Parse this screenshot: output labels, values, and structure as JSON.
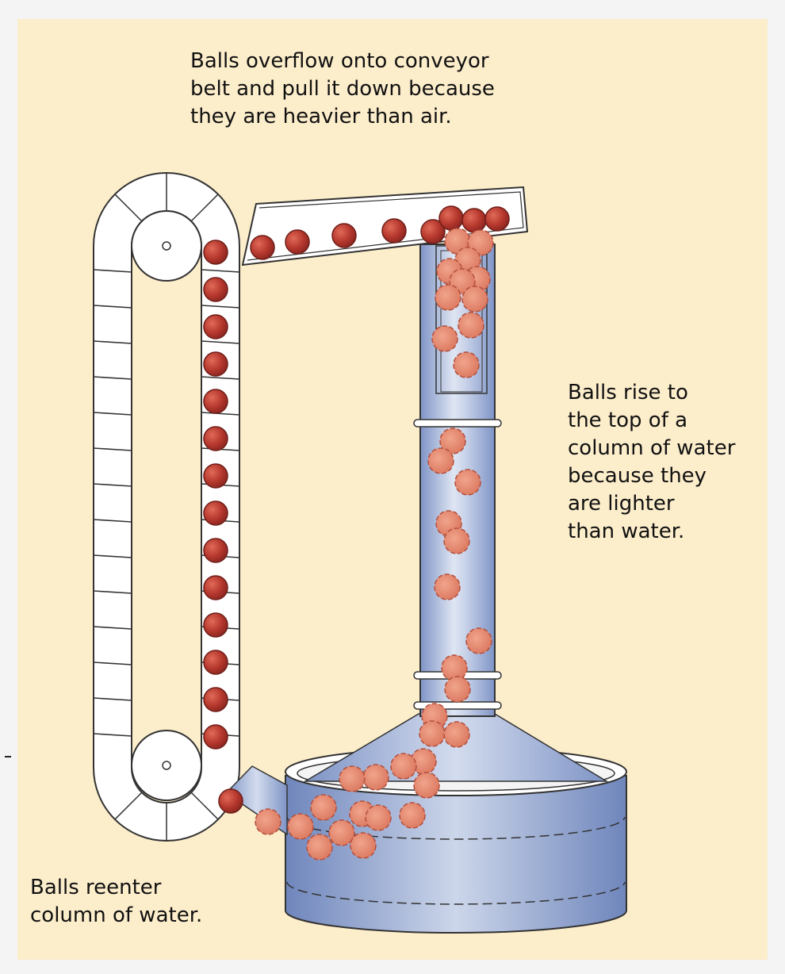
{
  "captions": {
    "top": "Balls overflow onto conveyor\nbelt and pull it down because\nthey are heavier than air.",
    "right": "Balls rise to\nthe top of a\ncolumn of water\nbecause they\nare lighter\nthan water.",
    "bottom": "Balls reenter\ncolumn of water."
  },
  "colors": {
    "background": "#fcedcb",
    "water": "#9fb0d6",
    "water_dark": "#7489bd",
    "ball_dry": "#b8382e",
    "ball_wet": "#e08a70",
    "outline": "#333333"
  }
}
